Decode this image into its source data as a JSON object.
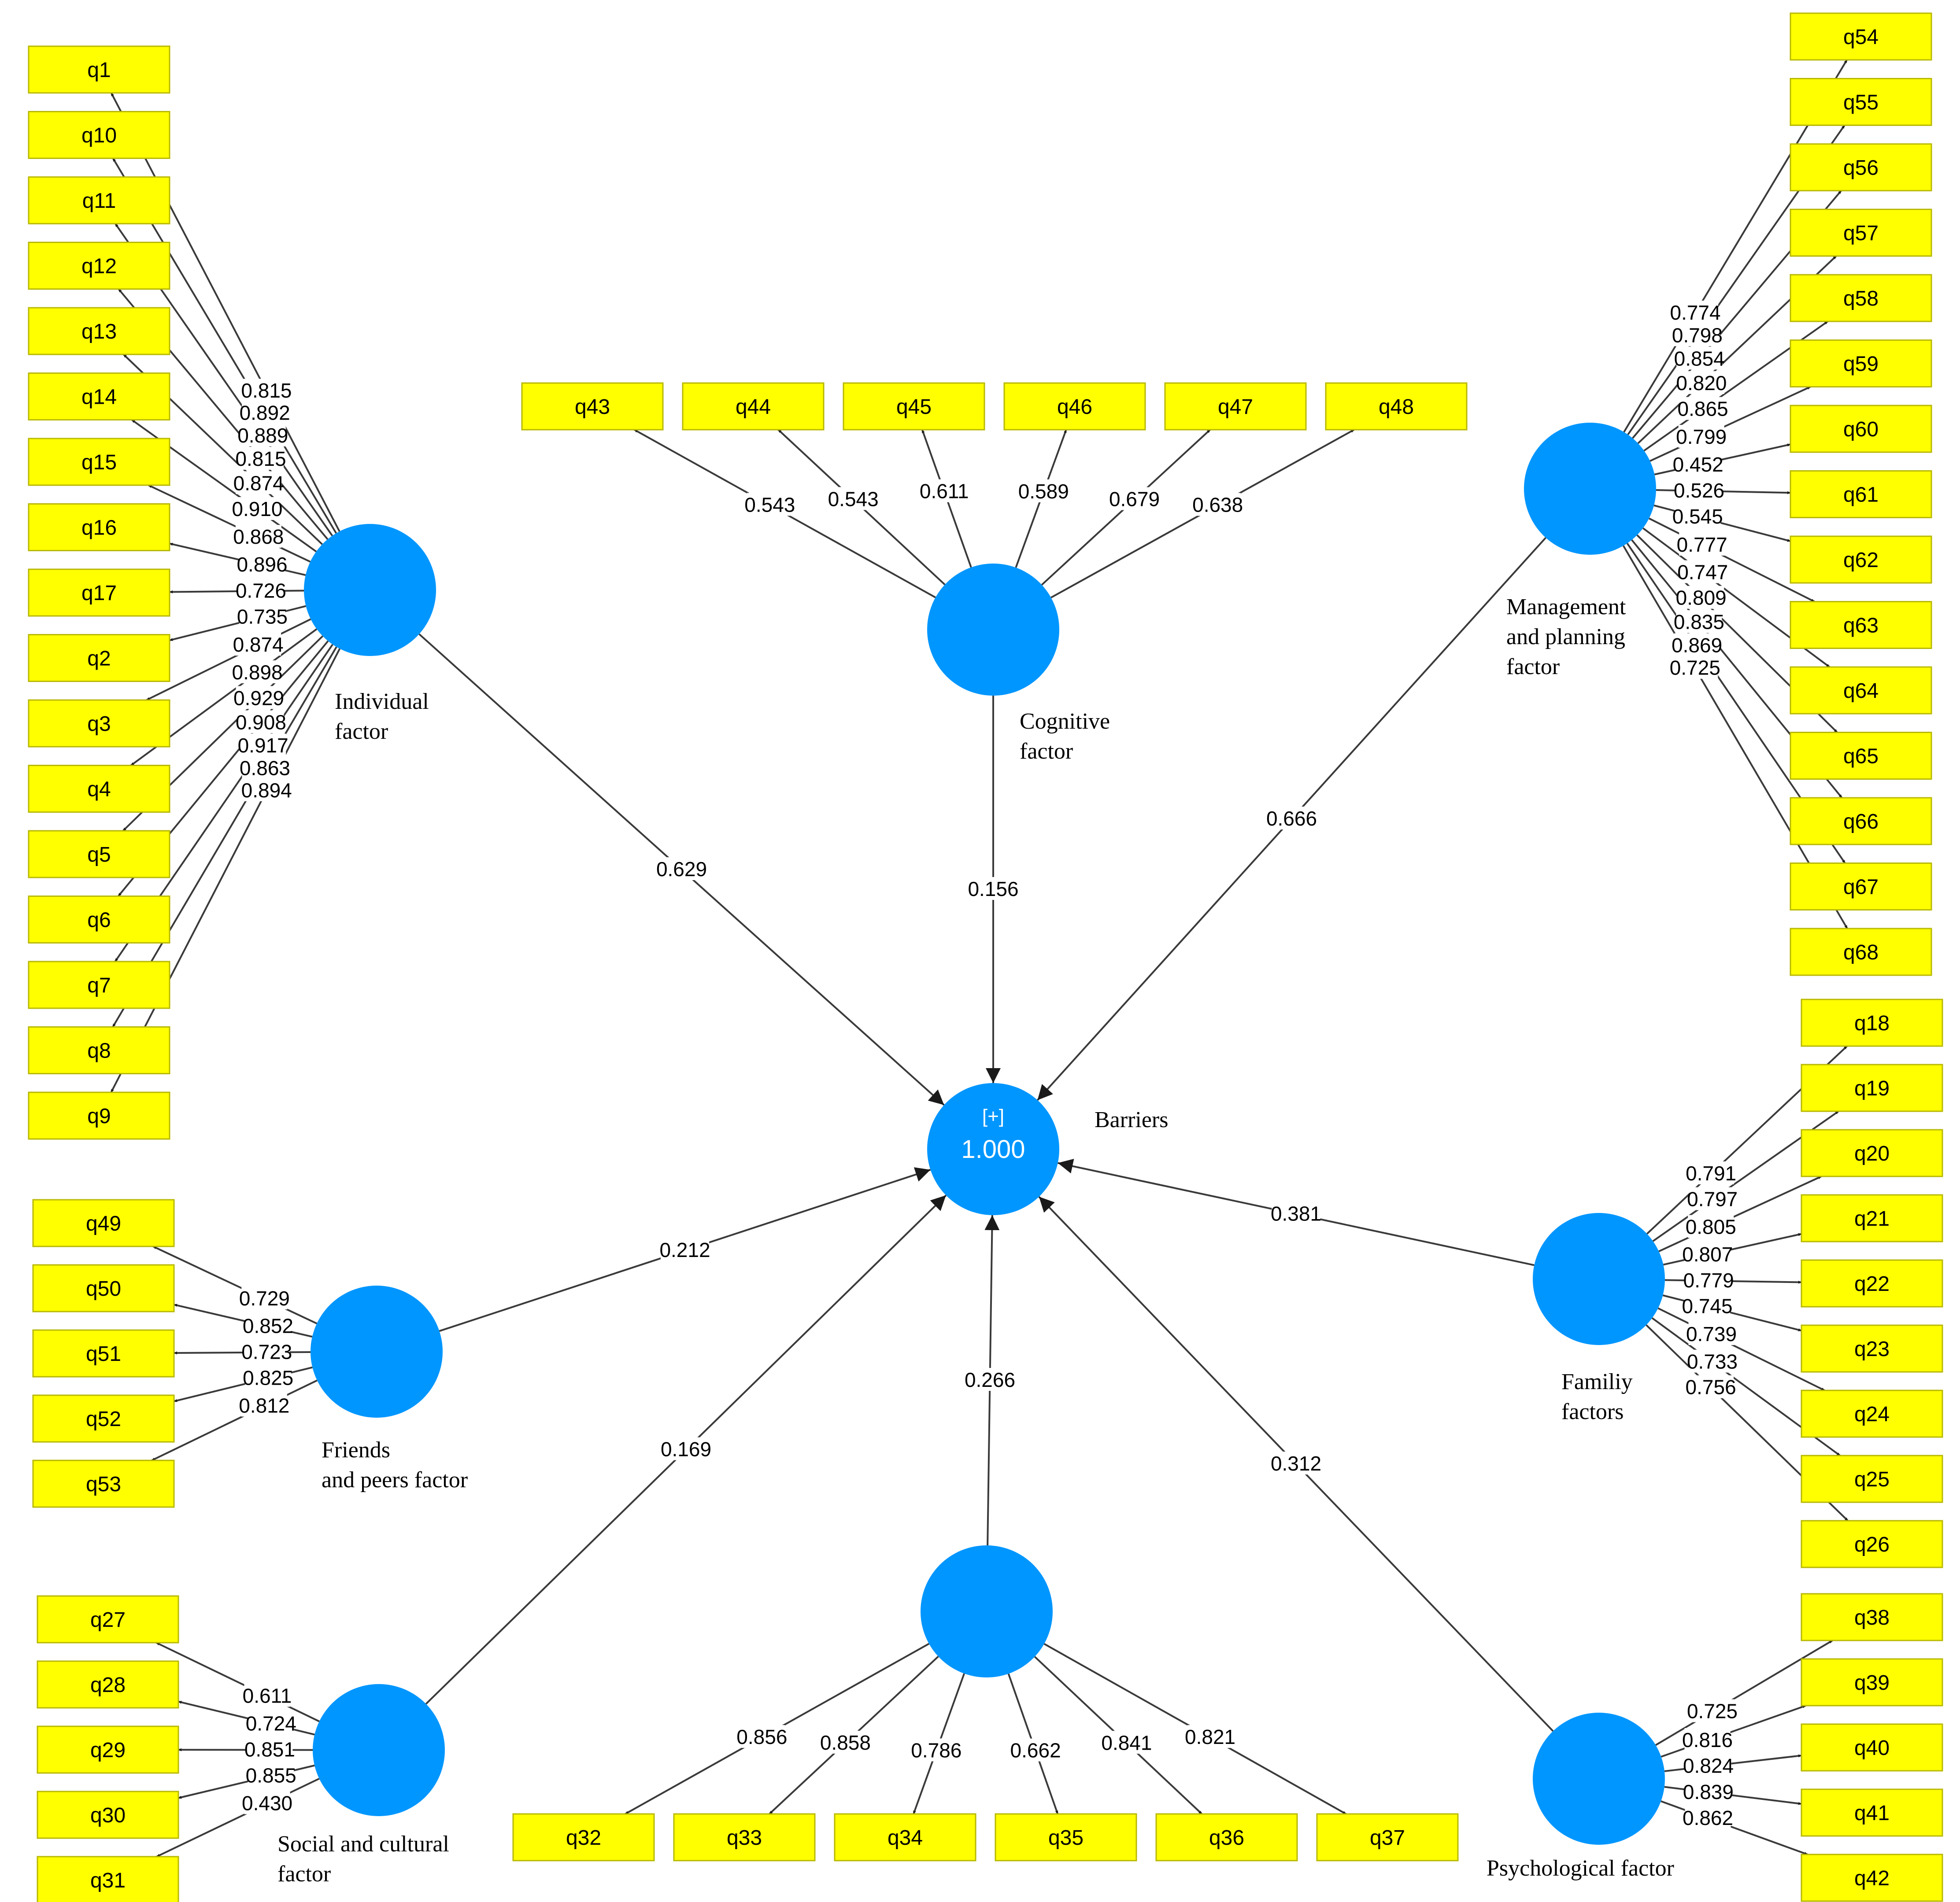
{
  "colors": {
    "latent": "#0096ff",
    "indicator": "#ffff00",
    "edge": "#3a3a3a"
  },
  "center": {
    "label": "Barriers",
    "expand": "[+]",
    "value": "1.000"
  },
  "constructs": [
    {
      "id": "individual",
      "label_lines": [
        "Individual",
        "factor"
      ],
      "path": "0.629",
      "indicators": [
        {
          "name": "q1",
          "loading": "0.815"
        },
        {
          "name": "q10",
          "loading": "0.892"
        },
        {
          "name": "q11",
          "loading": "0.889"
        },
        {
          "name": "q12",
          "loading": "0.815"
        },
        {
          "name": "q13",
          "loading": "0.874"
        },
        {
          "name": "q14",
          "loading": "0.910"
        },
        {
          "name": "q15",
          "loading": "0.868"
        },
        {
          "name": "q16",
          "loading": "0.896"
        },
        {
          "name": "q17",
          "loading": "0.726"
        },
        {
          "name": "q2",
          "loading": "0.735"
        },
        {
          "name": "q3",
          "loading": "0.874"
        },
        {
          "name": "q4",
          "loading": "0.898"
        },
        {
          "name": "q5",
          "loading": "0.929"
        },
        {
          "name": "q6",
          "loading": "0.908"
        },
        {
          "name": "q7",
          "loading": "0.917"
        },
        {
          "name": "q8",
          "loading": "0.863"
        },
        {
          "name": "q9",
          "loading": "0.894"
        }
      ]
    },
    {
      "id": "cognitive",
      "label_lines": [
        "Cognitive",
        "factor"
      ],
      "path": "0.156",
      "indicators": [
        {
          "name": "q43",
          "loading": "0.543"
        },
        {
          "name": "q44",
          "loading": "0.543"
        },
        {
          "name": "q45",
          "loading": "0.611"
        },
        {
          "name": "q46",
          "loading": "0.589"
        },
        {
          "name": "q47",
          "loading": "0.679"
        },
        {
          "name": "q48",
          "loading": "0.638"
        }
      ]
    },
    {
      "id": "management",
      "label_lines": [
        "Management",
        "and planning",
        "factor"
      ],
      "path": "0.666",
      "indicators": [
        {
          "name": "q54",
          "loading": "0.774"
        },
        {
          "name": "q55",
          "loading": "0.798"
        },
        {
          "name": "q56",
          "loading": "0.854"
        },
        {
          "name": "q57",
          "loading": "0.820"
        },
        {
          "name": "q58",
          "loading": "0.865"
        },
        {
          "name": "q59",
          "loading": "0.799"
        },
        {
          "name": "q60",
          "loading": "0.452"
        },
        {
          "name": "q61",
          "loading": "0.526"
        },
        {
          "name": "q62",
          "loading": "0.545"
        },
        {
          "name": "q63",
          "loading": "0.777"
        },
        {
          "name": "q64",
          "loading": "0.747"
        },
        {
          "name": "q65",
          "loading": "0.809"
        },
        {
          "name": "q66",
          "loading": "0.835"
        },
        {
          "name": "q67",
          "loading": "0.869"
        },
        {
          "name": "q68",
          "loading": "0.725"
        }
      ]
    },
    {
      "id": "friends",
      "label_lines": [
        "Friends",
        "and peers factor"
      ],
      "path": "0.212",
      "indicators": [
        {
          "name": "q49",
          "loading": "0.729"
        },
        {
          "name": "q50",
          "loading": "0.852"
        },
        {
          "name": "q51",
          "loading": "0.723"
        },
        {
          "name": "q52",
          "loading": "0.825"
        },
        {
          "name": "q53",
          "loading": "0.812"
        }
      ]
    },
    {
      "id": "family",
      "label_lines": [
        "Familiy",
        "factors"
      ],
      "path": "0.381",
      "indicators": [
        {
          "name": "q18",
          "loading": "0.791"
        },
        {
          "name": "q19",
          "loading": "0.797"
        },
        {
          "name": "q20",
          "loading": "0.805"
        },
        {
          "name": "q21",
          "loading": "0.807"
        },
        {
          "name": "q22",
          "loading": "0.779"
        },
        {
          "name": "q23",
          "loading": "0.745"
        },
        {
          "name": "q24",
          "loading": "0.739"
        },
        {
          "name": "q25",
          "loading": "0.733"
        },
        {
          "name": "q26",
          "loading": "0.756"
        }
      ]
    },
    {
      "id": "social",
      "label_lines": [
        "Social and cultural",
        "factor"
      ],
      "path": "0.169",
      "indicators": [
        {
          "name": "q27",
          "loading": "0.611"
        },
        {
          "name": "q28",
          "loading": "0.724"
        },
        {
          "name": "q29",
          "loading": "0.851"
        },
        {
          "name": "q30",
          "loading": "0.855"
        },
        {
          "name": "q31",
          "loading": "0.430"
        }
      ]
    },
    {
      "id": "bottom",
      "label_lines": [],
      "path": "0.266",
      "indicators": [
        {
          "name": "q32",
          "loading": "0.856"
        },
        {
          "name": "q33",
          "loading": "0.858"
        },
        {
          "name": "q34",
          "loading": "0.786"
        },
        {
          "name": "q35",
          "loading": "0.662"
        },
        {
          "name": "q36",
          "loading": "0.841"
        },
        {
          "name": "q37",
          "loading": "0.821"
        }
      ]
    },
    {
      "id": "psychological",
      "label_lines": [
        "Psychological factor"
      ],
      "path": "0.312",
      "indicators": [
        {
          "name": "q38",
          "loading": "0.725"
        },
        {
          "name": "q39",
          "loading": "0.816"
        },
        {
          "name": "q40",
          "loading": "0.824"
        },
        {
          "name": "q41",
          "loading": "0.839"
        },
        {
          "name": "q42",
          "loading": "0.862"
        }
      ]
    }
  ]
}
